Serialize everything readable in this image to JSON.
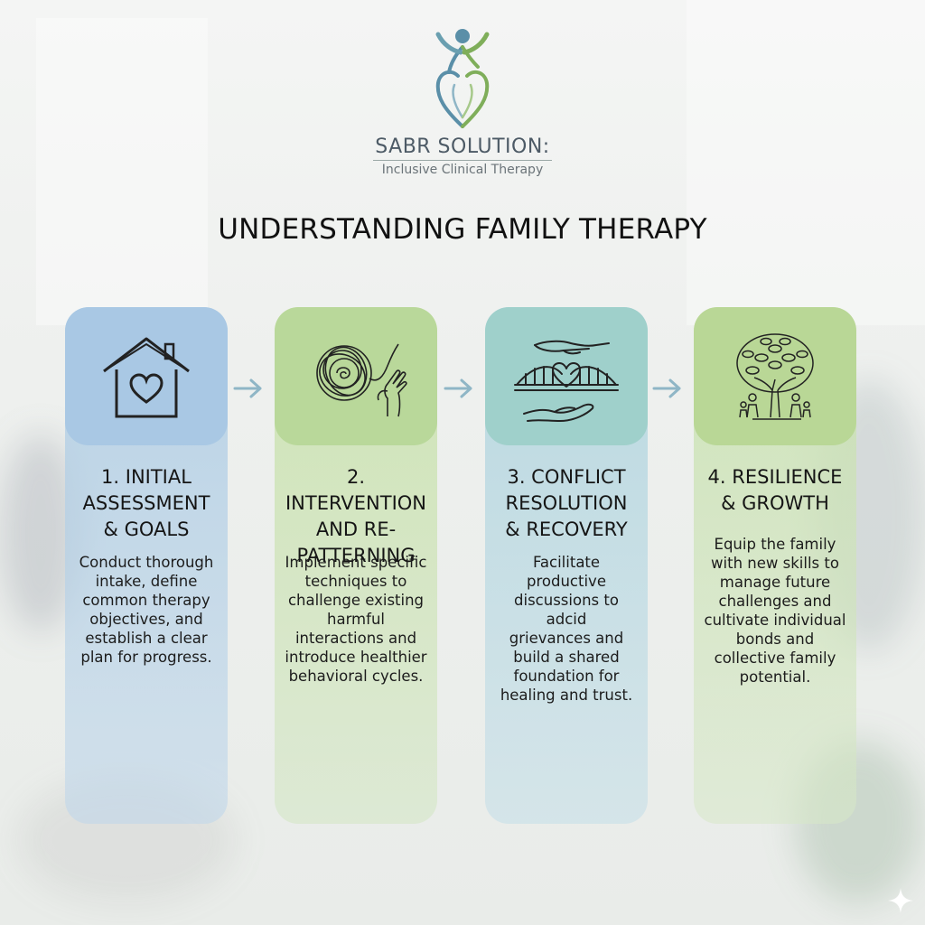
{
  "brand": {
    "name": "SABR SOLUTION:",
    "subtitle": "Inclusive Clinical Therapy"
  },
  "title": "UNDERSTANDING FAMILY THERAPY",
  "steps": [
    {
      "title_lines": [
        "1. INITIAL",
        "ASSESSMENT",
        "& GOALS"
      ],
      "description_lines": [
        "Conduct thorough",
        "intake, define",
        "common therapy",
        "objectives, and",
        "establish a clear",
        "plan for progress."
      ],
      "icon": "house-heart-icon"
    },
    {
      "title_lines": [
        "2. INTERVENTION",
        "AND RE-",
        "PATTERNING"
      ],
      "description_lines": [
        "Implement specific",
        "techniques to",
        "challenge existing",
        "harmful",
        "interactions and",
        "introduce healthier",
        "behavioral cycles."
      ],
      "icon": "tangled-thread-icon"
    },
    {
      "title_lines": [
        "3. CONFLICT",
        "RESOLUTION",
        "& RECOVERY"
      ],
      "description_lines": [
        "Facilitate",
        "productive",
        "discussions to adcid",
        "grievances and",
        "build a shared",
        "foundation for",
        "healing and trust."
      ],
      "icon": "hands-bridge-heart-icon"
    },
    {
      "title_lines": [
        "4. RESILIENCE",
        "& GROWTH"
      ],
      "description_lines": [
        "Equip the family",
        "with new skills to",
        "manage future",
        "challenges and",
        "cultivate individual",
        "bonds and",
        "collective family",
        "potential."
      ],
      "icon": "family-tree-icon"
    }
  ],
  "colors": {
    "step1": "#a9c8e4",
    "step2": "#b9d89a",
    "step3": "#9fd0cb",
    "step4": "#b9d796",
    "arrow": "#8fb6c6",
    "logo_blue": "#5a8fa8",
    "logo_green": "#7fae5a"
  }
}
